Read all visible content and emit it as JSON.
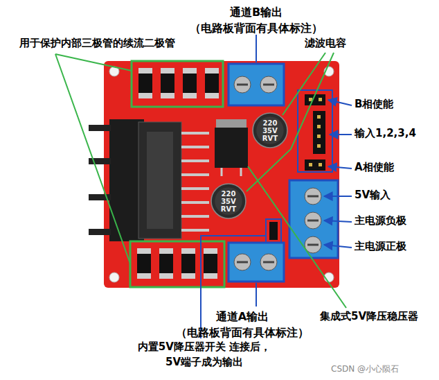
{
  "diagram": {
    "nodes": [
      {
        "text": [
          "220 35V RVT"
        ]
      },
      {
        "text": [
          "220 35V RVT"
        ]
      }
    ],
    "labels": [
      "通道B输出 （电路板背面有具体标注）",
      "用于保护内部三极管的续流二极管",
      "滤波电容",
      "B相使能",
      "输入1,2,3,4",
      "A相使能",
      "5V输入",
      "主电源负极",
      "主电源正极",
      "集成式5V降压稳压器",
      "通道A输出 （电路板背面有具体标注）",
      "内置5V降压器开关 连接后，5V端子成为输出",
      "CSDN @小心陨石"
    ]
  }
}
